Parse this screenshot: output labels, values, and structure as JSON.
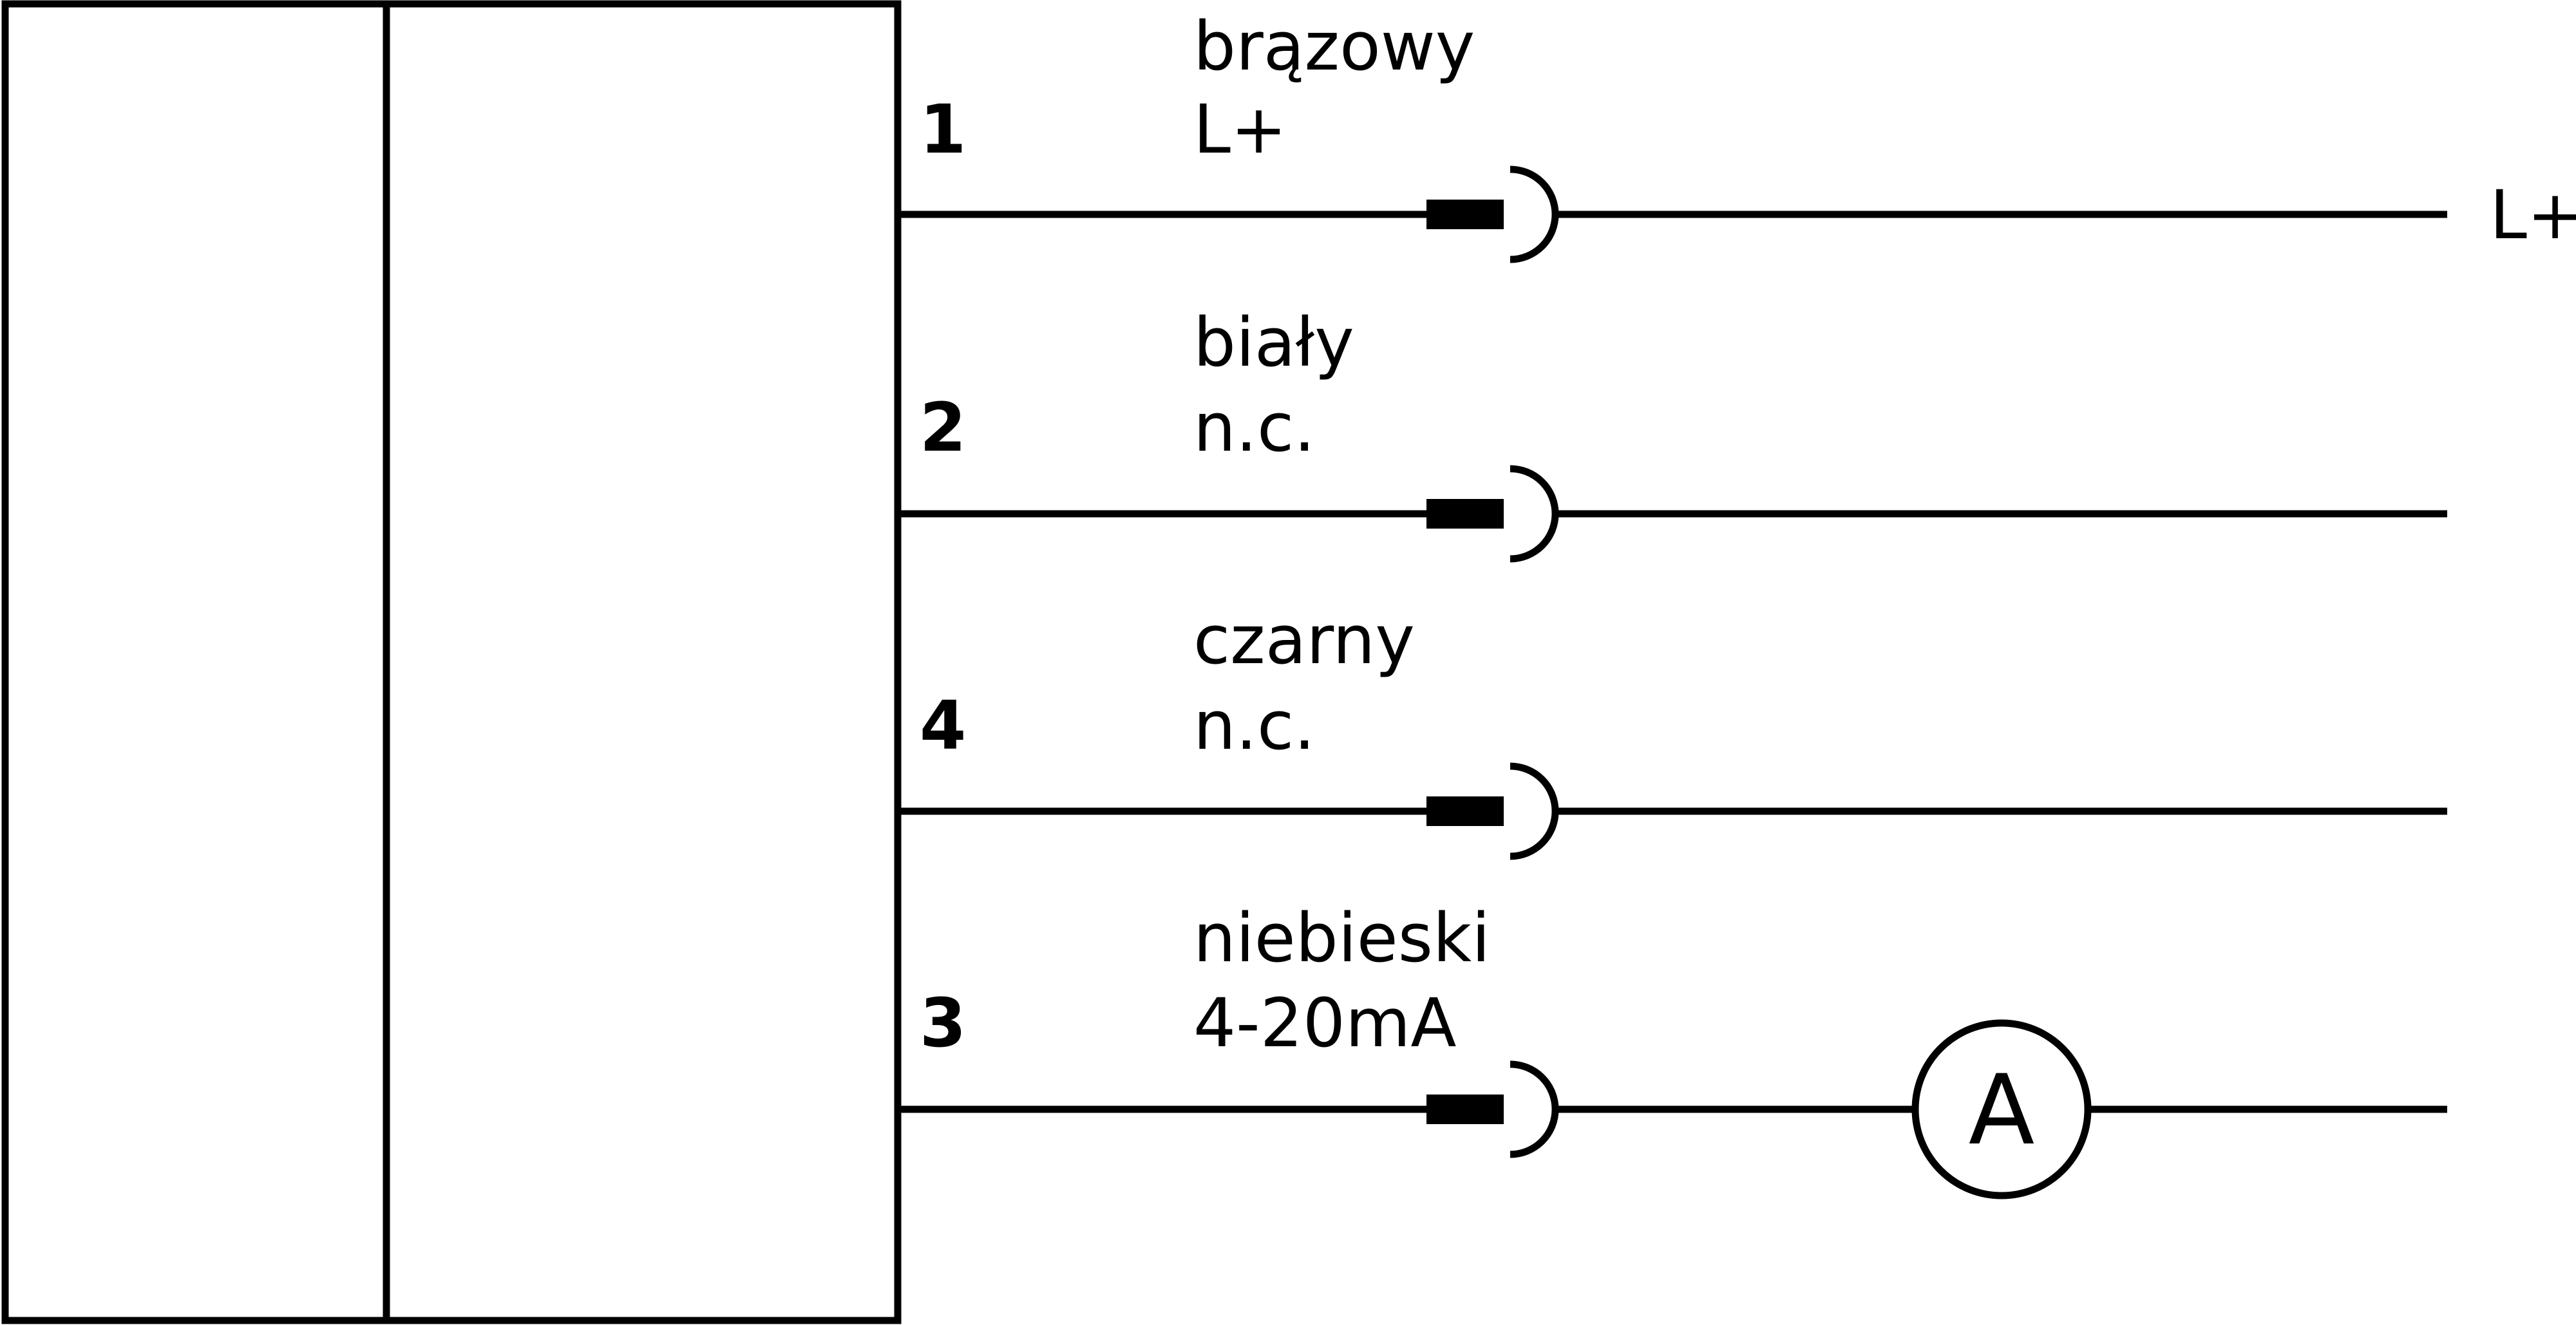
{
  "wires": [
    {
      "pin": "1",
      "color": "brązowy",
      "signal": "L+",
      "end_label": "L+",
      "meter": ""
    },
    {
      "pin": "2",
      "color": "biały",
      "signal": "n.c.",
      "end_label": "",
      "meter": ""
    },
    {
      "pin": "4",
      "color": "czarny",
      "signal": "n.c.",
      "end_label": "",
      "meter": ""
    },
    {
      "pin": "3",
      "color": "niebieski",
      "signal": "4-20mA",
      "end_label": "",
      "meter": "A"
    }
  ]
}
